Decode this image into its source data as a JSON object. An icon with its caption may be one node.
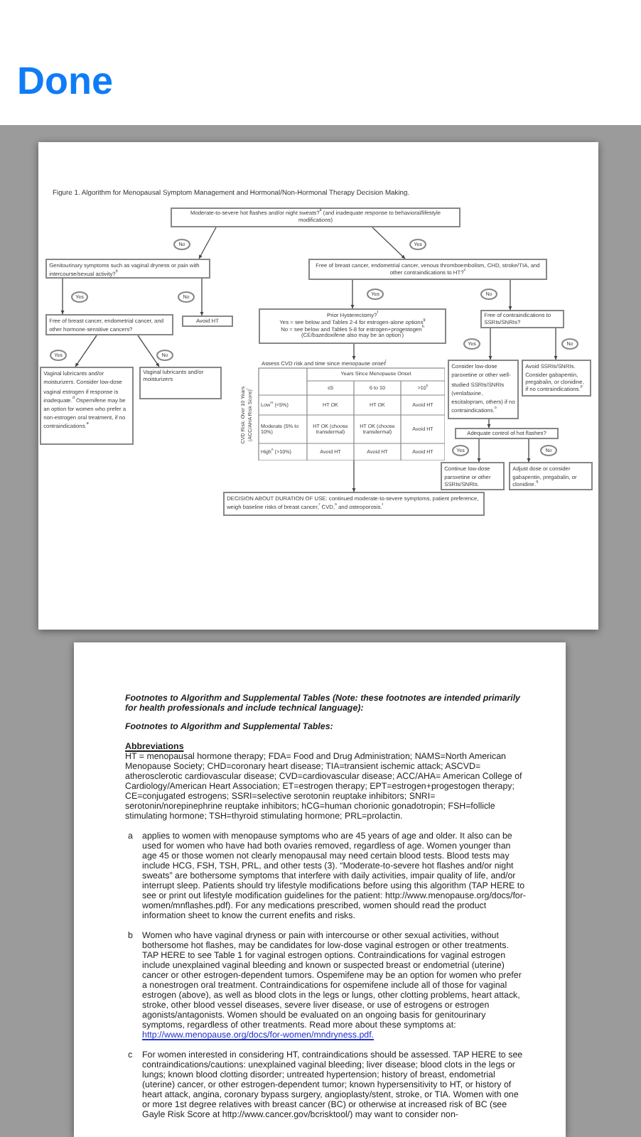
{
  "diagram": {
    "title": "Figure 1. Algorithm for Menopausal Symptom Management and Hormonal/Non-Hormonal Therapy Decision Making.",
    "nodes": [
      {
        "text": [
          "Moderate-to-severe hot flashes and/or night sweats?$^{a}$ (and inadequate response to behavioral/lifestyle modifications)"
        ]
      },
      {
        "text": [
          "Genitourinary symptoms such as vaginal dryness or pain with intercourse/sexual activity?$^{b}$"
        ]
      },
      {
        "text": [
          "Free of breast cancer, endometrial cancer, venous thromboembolism, CHD, stroke/TIA, and other contraindications to HT?$^{c}$"
        ]
      },
      {
        "text": [
          "Free of breast cancer, endometrial cancer, and other hormone-sensitive cancers?"
        ]
      },
      {
        "text": [
          "Avoid HT"
        ]
      },
      {
        "text": [
          "Vaginal lubricants and/or moisturizers. Consider low-dose vaginal estrogen if response is inadequate.$^{d}$ Ospemifene may be an option for women who prefer a non-estrogen oral treatment, if no contraindications.$^{e}$"
        ]
      },
      {
        "text": [
          "Vaginal lubricants and/or moisturizers"
        ]
      },
      {
        "text": [
          "Prior Hysterectomy?$^{f}$",
          "Yes = see below and Tables 2-4 for estrogen-alone options$^{g}$",
          "No = see below and Tables 5-8 for estrogen+progestogen$^{h}$ (CE/bazedoxifene also may be an option$^{i}$)"
        ]
      },
      {
        "text": [
          "Free of contraindications to SSRIs/SNRIs?"
        ]
      },
      {
        "text": [
          "Assess CVD risk and time since menopause onset$^{j}$"
        ]
      },
      {
        "text": [
          "DECISION ABOUT DURATION OF USE: continued moderate-to-severe symptoms, patient preference, weigh baseline risks of breast cancer,$^{r}$ CVD,$^{s}$ and osteoporosis.$^{t}$"
        ]
      },
      {
        "text": [
          "Consider low-dose paroxetine or other well-studied SSRIs/SNRIs (venlafaxine, escitalopram, others) if no contraindications.$^{o}$"
        ]
      },
      {
        "text": [
          "Avoid SSRIs/SNRIs. Consider gabapentin, pregabalin, or clonidine, if no contraindications.$^{p}$"
        ]
      },
      {
        "text": [
          "Adequate control of hot flashes?"
        ]
      },
      {
        "text": [
          "Continue low-dose paroxetine or other SSRIs/SNRIs."
        ]
      },
      {
        "text": [
          "Adjust dose or consider gabapentin, pregabalin, or clonidine.$^{q}$"
        ]
      }
    ],
    "edges": [
      {
        "from": 0,
        "to": 1,
        "arrow": "to",
        "label": "No"
      },
      {
        "from": 0,
        "to": 2,
        "arrow": "to",
        "label": "Yes"
      },
      {
        "from": 1,
        "to": 3,
        "arrow": "to",
        "label": "Yes"
      },
      {
        "from": 1,
        "to": 4,
        "arrow": "to",
        "label": "No"
      },
      {
        "from": 3,
        "to": 5,
        "arrow": "to",
        "label": "Yes"
      },
      {
        "from": 3,
        "to": 6,
        "arrow": "to",
        "label": "No"
      },
      {
        "from": 2,
        "to": 7,
        "arrow": "to",
        "label": "Yes"
      },
      {
        "from": 2,
        "to": 8,
        "arrow": "to",
        "label": "No"
      },
      {
        "from": 7,
        "to": 9,
        "arrow": "to"
      },
      {
        "from": 9,
        "to": 10,
        "arrow": "to"
      },
      {
        "from": 8,
        "to": 11,
        "arrow": "to",
        "label": "Yes"
      },
      {
        "from": 8,
        "to": 12,
        "arrow": "to",
        "label": "No"
      },
      {
        "from": 11,
        "to": 13,
        "arrow": "to"
      },
      {
        "from": 13,
        "to": 14,
        "arrow": "to",
        "label": "Yes"
      },
      {
        "from": 13,
        "to": 15,
        "arrow": "to",
        "label": "No"
      }
    ],
    "labels": [
      "Done",
      "Years Since Menopause Onset",
      "≤5",
      "6 to 10",
      ">10$^{k}$",
      "CVD Risk: Over 10 Years (ACC/AHA Risk Score)$^{l}$",
      "Low$^{m}$ (<5%)",
      "HT OK",
      "HT OK",
      "Avoid HT",
      "Moderate (5% to 10%)",
      "HT OK (choose transdermal)",
      "HT OK (choose transdermal)",
      "Avoid HT",
      "High$^{n}$ (>10%)",
      "Avoid HT",
      "Avoid HT",
      "Avoid HT",
      "Footnotes to Algorithm and Supplemental Tables (Note: these footnotes are intended primarily for health professionals and include technical language):",
      "Footnotes to Algorithm and Supplemental Tables:",
      "Abbreviations",
      "HT = menopausal hormone therapy; FDA= Food and Drug Administration; NAMS=North American Menopause Society; CHD=coronary heart disease; TIA=transient ischemic attack; ASCVD= atherosclerotic cardiovascular disease; CVD=cardiovascular disease; ACC/AHA= American College of Cardiology/American Heart Association; ET=estrogen therapy; EPT=estrogen+progestogen therapy; CE=conjugated estrogens; SSRI=selective serotonin reuptake inhibitors; SNRI= serotonin/norepinephrine reuptake inhibitors; hCG=human chorionic gonadotropin; FSH=follicle stimulating hormone; TSH=thyroid stimulating hormone; PRL=prolactin.",
      "a",
      "applies to women with menopause symptoms who are 45 years of age and older. It also can be used for women who have had both ovaries removed, regardless of age. Women younger than age 45 or those women not clearly menopausal may need certain blood tests. Blood tests may include HCG, FSH, TSH, PRL, and other tests (3). “Moderate-to-severe hot flashes and/or night sweats” are bothersome symptoms that interfere with daily activities, impair quality of life, and/or interrupt sleep. Patients should try lifestyle modifications before using this algorithm (TAP HERE to see or print out lifestyle modification guidelines for the patient: http://www.menopause.org/docs/for-women/mnflashes.pdf). For any medications prescribed, women should read the product information sheet to know the current enefits and risks.",
      "b",
      "Women who have vaginal dryness or pain with intercourse or other sexual activities, without bothersome hot flashes, may be candidates for low-dose vaginal estrogen or other treatments. TAP HERE to see Table 1 for vaginal estrogen options. Contraindications for vaginal estrogen include unexplained vaginal bleeding and known or suspected breast or endometrial (uterine) cancer or other estrogen-dependent tumors. Ospemifene may be an option for women who prefer a nonestrogen oral treatment. Contraindications for ospemifene include all of those for vaginal estrogen (above), as well as blood clots in the legs or lungs, other clotting problems, heart attack, stroke, other blood vessel diseases, severe liver disease, or use of estrogens or estrogen agonists/antagonists. Women should be evaluated on an ongoing basis for genitourinary symptoms, regardless of other treatments. Read more about these symptoms at:",
      "http://www.menopause.org/docs/for-women/mndryness.pdf.",
      "c",
      "For women interested in considering HT, contraindications should be assessed. TAP HERE to see contraindications/cautions: unexplained vaginal bleeding; liver disease; blood clots in the legs or lungs; known blood clotting disorder; untreated hypertension; history of breast, endometrial (uterine) cancer, or other estrogen-dependent tumor; known hypersensitivity to HT, or history of heart attack, angina, coronary bypass surgery, angioplasty/stent, stroke, or TIA. Women with one or more 1st degree relatives with breast cancer (BC) or otherwise at increased risk of BC (see Gayle Risk Score at http://www.cancer.gov/bcrisktool/) may want to consider non-"
    ]
  }
}
